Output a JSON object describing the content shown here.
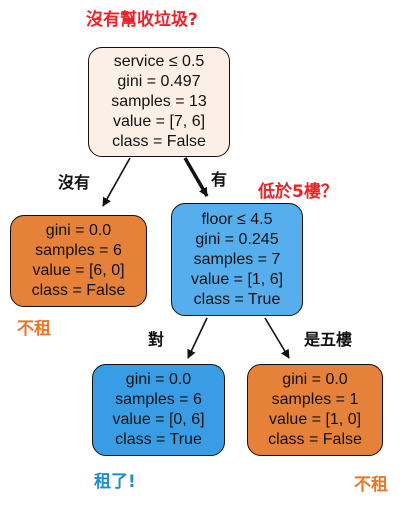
{
  "colors": {
    "root_fill": "#fcefe6",
    "left_leaf_fill": "#e58139",
    "inner_fill": "#56aeec",
    "true_leaf_fill": "#399de5",
    "false_leaf_fill": "#e58139",
    "red_annotation": "#e8252a",
    "orange_annotation": "#e8762b",
    "blue_annotation": "#1f8fc9"
  },
  "annotations": {
    "title": "沒有幫收垃圾?",
    "question2": "低於5樓？",
    "not_rent_left": "不租",
    "rent": "租了!",
    "not_rent_right": "不租"
  },
  "edges": {
    "root_left": "沒有",
    "root_right": "有",
    "inner_left": "對",
    "inner_right": "是五樓"
  },
  "tree": {
    "root": {
      "condition": "service ≤ 0.5",
      "gini": "gini = 0.497",
      "samples": "samples = 13",
      "value": "value = [7, 6]",
      "class": "class = False"
    },
    "left_leaf": {
      "gini": "gini = 0.0",
      "samples": "samples = 6",
      "value": "value = [6, 0]",
      "class": "class = False"
    },
    "inner": {
      "condition": "floor ≤ 4.5",
      "gini": "gini = 0.245",
      "samples": "samples = 7",
      "value": "value = [1, 6]",
      "class": "class = True"
    },
    "true_leaf": {
      "gini": "gini = 0.0",
      "samples": "samples = 6",
      "value": "value = [0, 6]",
      "class": "class = True"
    },
    "false_leaf": {
      "gini": "gini = 0.0",
      "samples": "samples = 1",
      "value": "value = [1, 0]",
      "class": "class = False"
    }
  }
}
